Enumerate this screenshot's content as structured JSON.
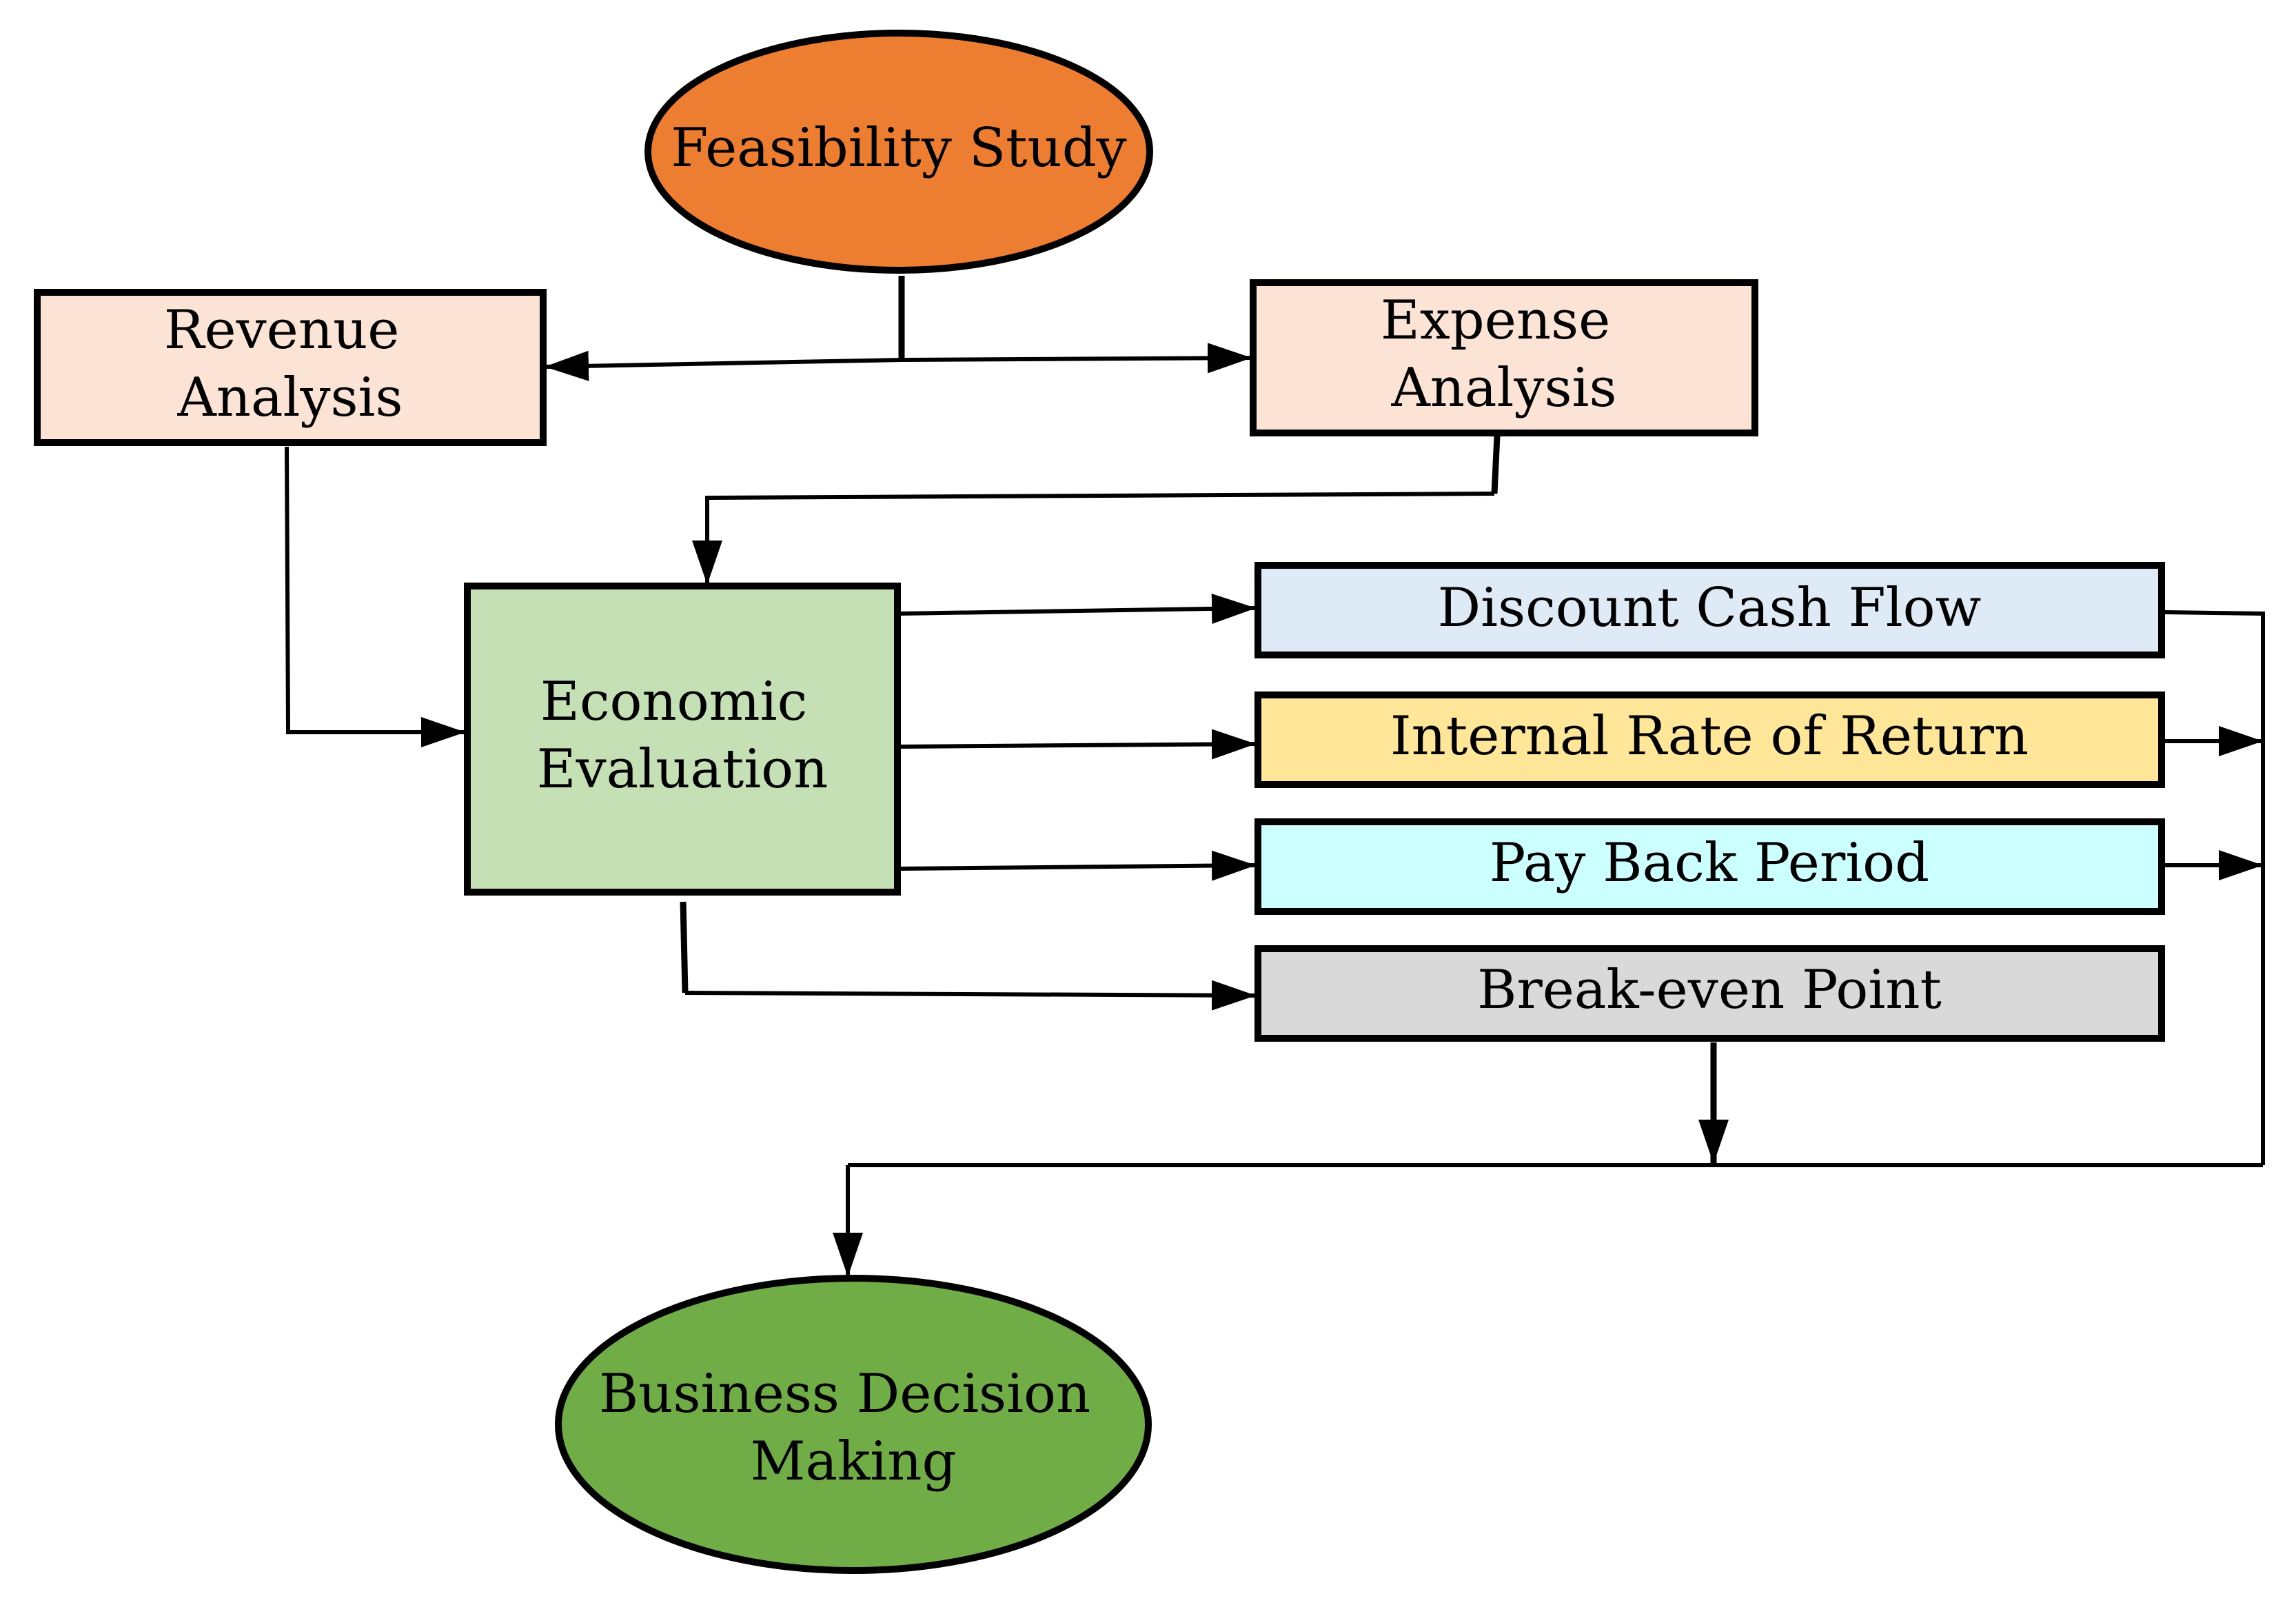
{
  "nodes": {
    "feasibility_study": {
      "lines": [
        "Feasibility Study"
      ],
      "fill": "#ED7D31"
    },
    "revenue_analysis": {
      "lines": [
        "Revenue",
        "Analysis"
      ],
      "fill": "#FBE4D5"
    },
    "expense_analysis": {
      "lines": [
        "Expense",
        "Analysis"
      ],
      "fill": "#FBE4D5"
    },
    "economic_evaluation": {
      "lines": [
        "Economic",
        "Evaluation"
      ],
      "fill": "#C5E0B4"
    },
    "discount_cash_flow": {
      "lines": [
        "Discount Cash Flow"
      ],
      "fill": "#DEEBF7"
    },
    "internal_rate_of_return": {
      "lines": [
        "Internal Rate of Return"
      ],
      "fill": "#FFE699"
    },
    "pay_back_period": {
      "lines": [
        "Pay Back Period"
      ],
      "fill": "#CCFFFF"
    },
    "break_even_point": {
      "lines": [
        "Break-even Point"
      ],
      "fill": "#D9D9D9"
    },
    "business_decision_making": {
      "lines": [
        "Business Decision",
        "Making"
      ],
      "fill": "#70AD47"
    }
  }
}
